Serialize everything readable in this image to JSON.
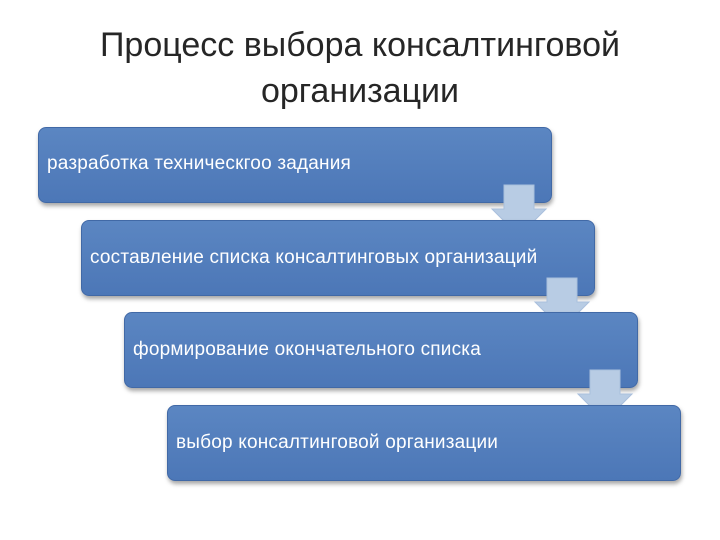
{
  "title": {
    "line1": "Процесс выбора консалтинговой",
    "line2": "организации"
  },
  "steps": [
    {
      "label": "разработка техническгоо задания"
    },
    {
      "label": "составление списка консалтинговых организаций"
    },
    {
      "label": "формирование окончательного списка"
    },
    {
      "label": "выбор консалтинговой организации"
    }
  ],
  "colors": {
    "box_fill": "#4f7bbb",
    "box_border": "#4169a6",
    "arrow_fill": "#b8cce4",
    "text": "#ffffff",
    "title": "#262626"
  }
}
